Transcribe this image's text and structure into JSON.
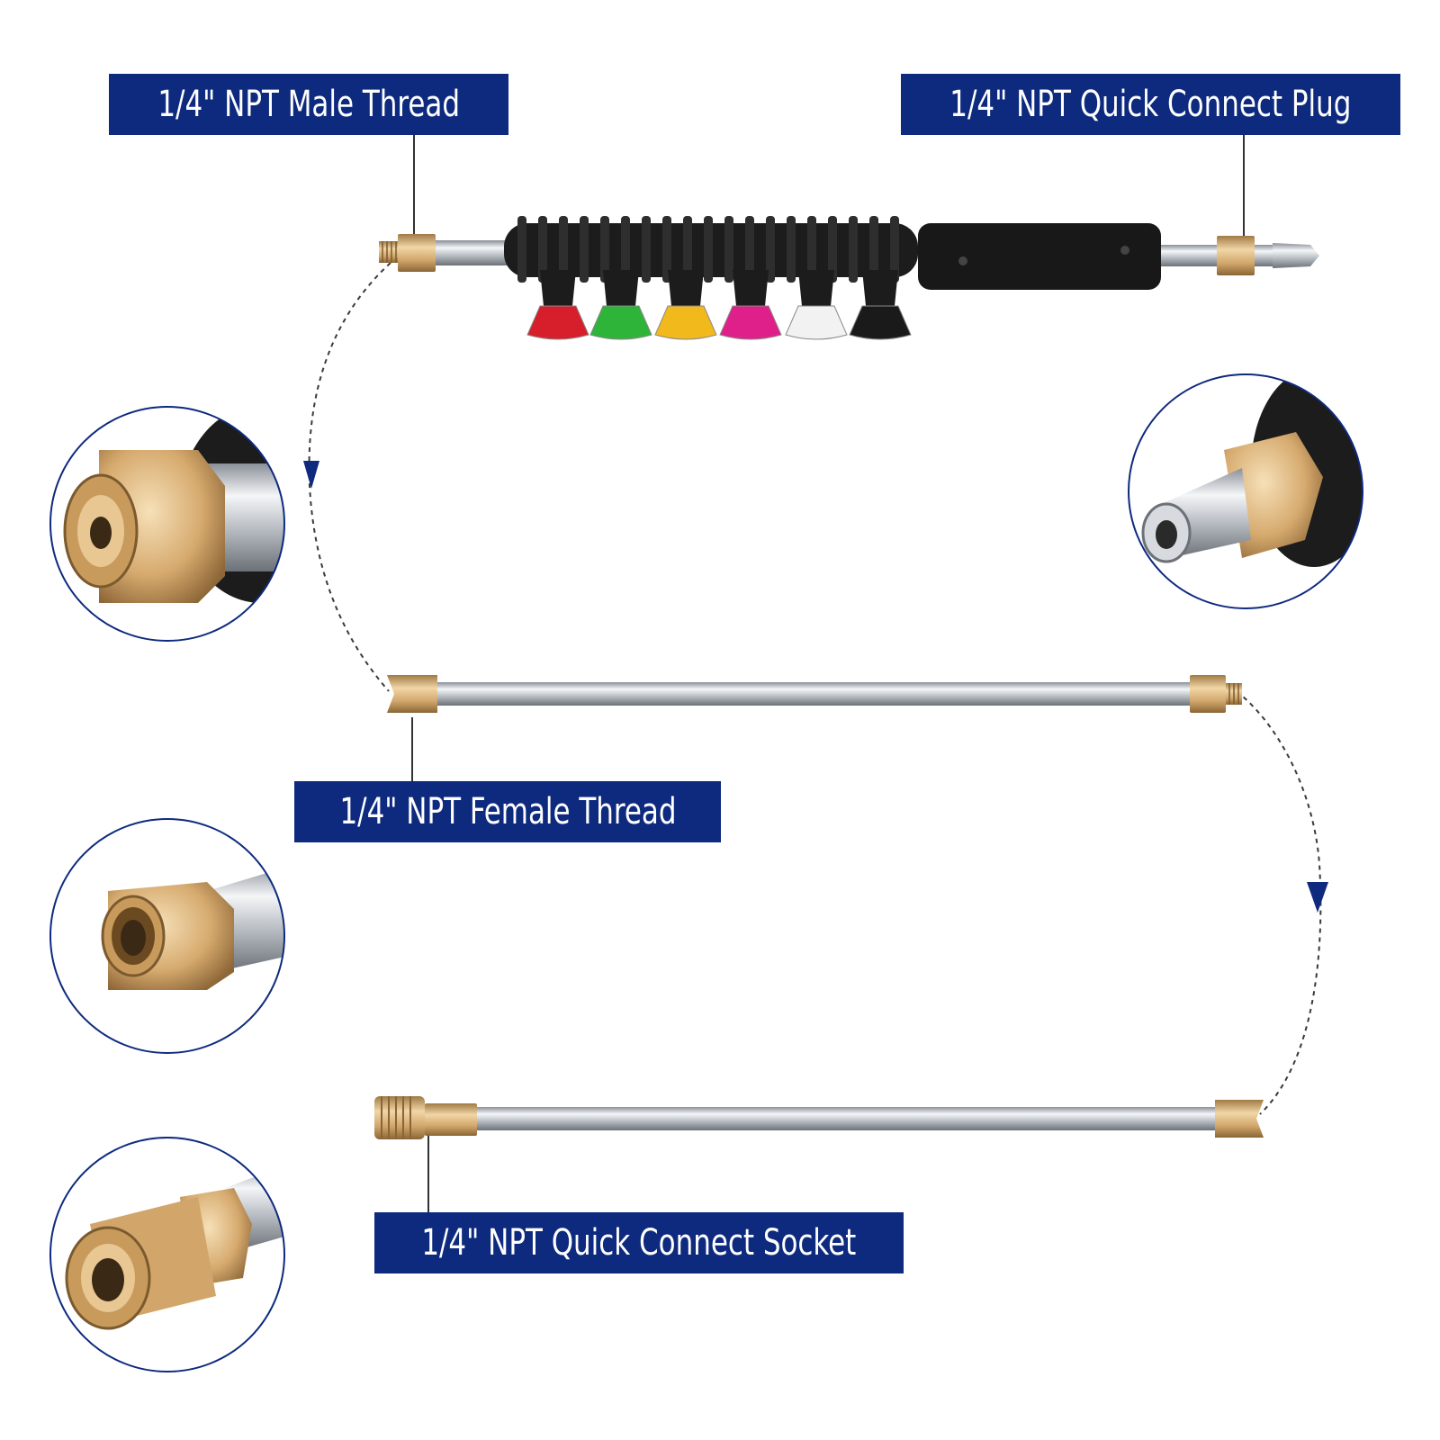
{
  "labels": {
    "male_thread": "1/4\" NPT Male Thread",
    "quick_connect_plug": "1/4\" NPT Quick Connect Plug",
    "female_thread": "1/4\" NPT Female Thread",
    "quick_connect_socket": "1/4\" NPT Quick Connect Socket"
  },
  "nozzles": [
    {
      "name": "red-nozzle-tip",
      "color": "#d71f2b"
    },
    {
      "name": "green-nozzle-tip",
      "color": "#2fb43a"
    },
    {
      "name": "yellow-nozzle-tip",
      "color": "#f2b91c"
    },
    {
      "name": "pink-nozzle-tip",
      "color": "#e0208a"
    },
    {
      "name": "white-nozzle-tip",
      "color": "#f2f2f2"
    },
    {
      "name": "black-nozzle-tip",
      "color": "#1a1a1a"
    }
  ],
  "colors": {
    "label_bg": "#0e2a7e",
    "brass": "#d9b27a",
    "steel": "#c8ccd2",
    "rubber": "#1c1c1c"
  }
}
